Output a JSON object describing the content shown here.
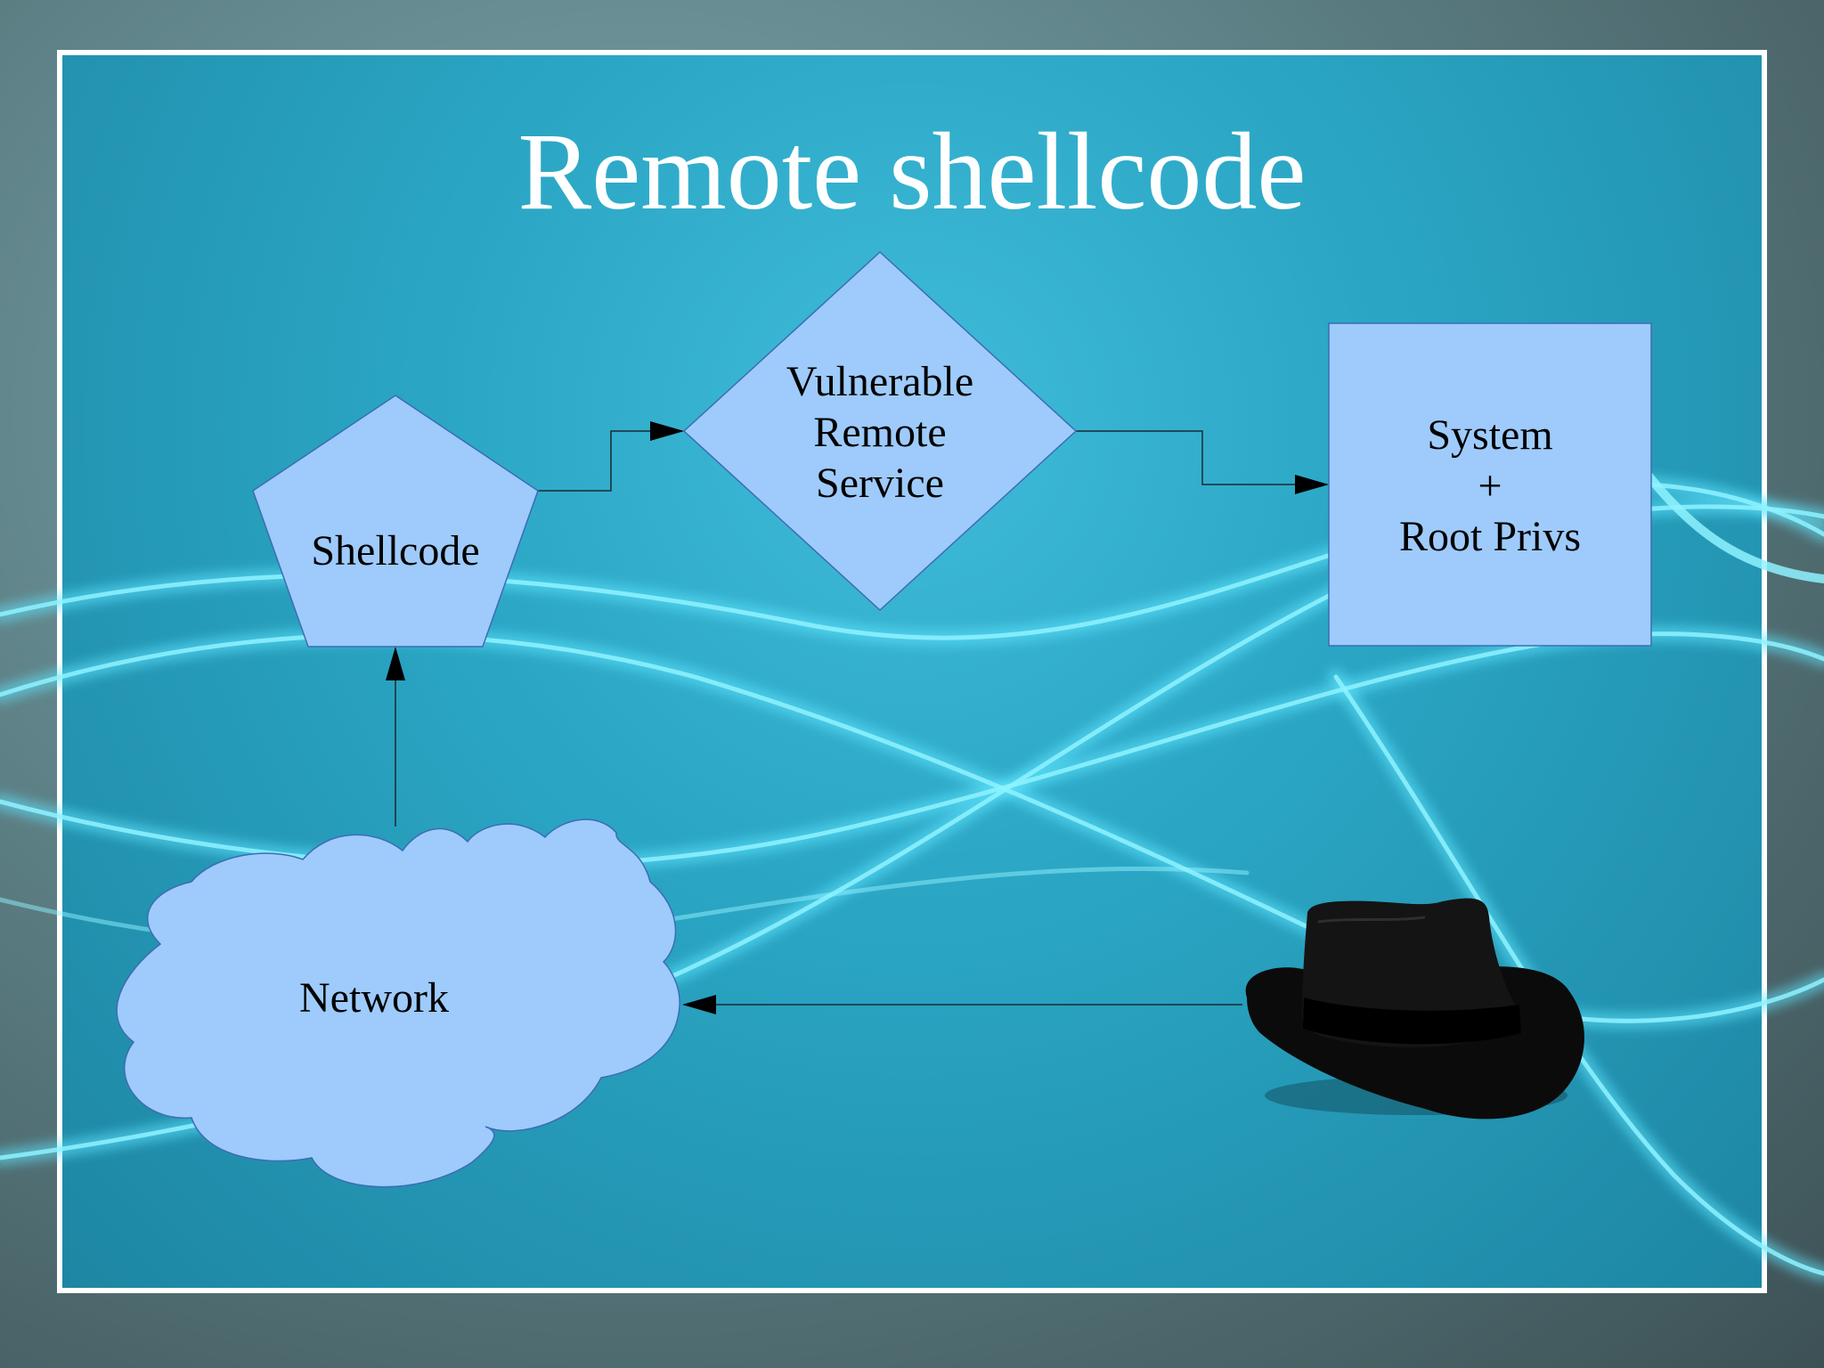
{
  "slide": {
    "title": "Remote shellcode"
  },
  "diagram": {
    "nodes": {
      "shellcode": {
        "label": "Shellcode",
        "shape": "pentagon"
      },
      "service": {
        "lines": [
          "Vulnerable",
          "Remote",
          "Service"
        ],
        "shape": "diamond"
      },
      "system": {
        "lines": [
          "System",
          "+",
          "Root Privs"
        ],
        "shape": "rectangle"
      },
      "network": {
        "label": "Network",
        "shape": "cloud"
      },
      "attacker": {
        "icon": "black-fedora-hat-icon"
      }
    },
    "edges": [
      {
        "from": "network",
        "to": "shellcode"
      },
      {
        "from": "shellcode",
        "to": "service"
      },
      {
        "from": "service",
        "to": "system"
      },
      {
        "from": "attacker",
        "to": "network"
      }
    ]
  },
  "colors": {
    "shape_fill": "#9ecbfb",
    "shape_stroke": "#3c6cb4",
    "connector": "#1a2a30",
    "title": "#ffffff",
    "frame": "#ffffff"
  }
}
